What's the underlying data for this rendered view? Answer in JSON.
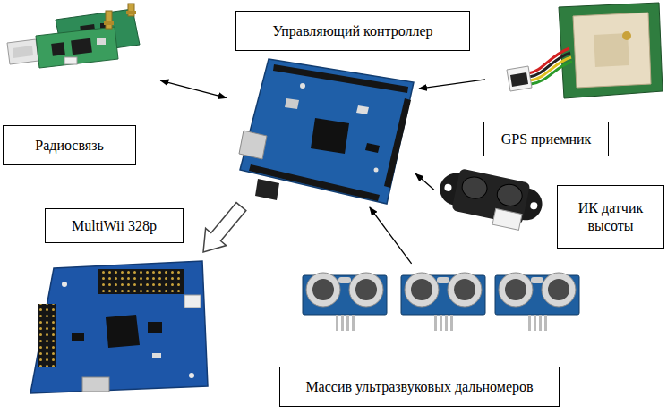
{
  "diagram": {
    "nodes": [
      {
        "text": [
          "Управляющий контроллер"
        ]
      },
      {
        "text": [
          "Радиосвязь"
        ]
      },
      {
        "text": [
          "GPS приемник"
        ]
      },
      {
        "text": [
          "ИК датчик высоты"
        ]
      },
      {
        "text": [
          "MultiWii 328p"
        ]
      },
      {
        "text": [
          "Массив ультразвуковых дальномеров"
        ]
      }
    ],
    "edges": [
      {
        "from": 1,
        "to": 0,
        "arrow": "both"
      },
      {
        "from": 2,
        "to": 0,
        "arrow": "to"
      },
      {
        "from": 3,
        "to": 0,
        "arrow": "to"
      },
      {
        "from": 5,
        "to": 0,
        "arrow": "to"
      },
      {
        "from": 0,
        "to": 4,
        "arrow": "to"
      }
    ]
  }
}
